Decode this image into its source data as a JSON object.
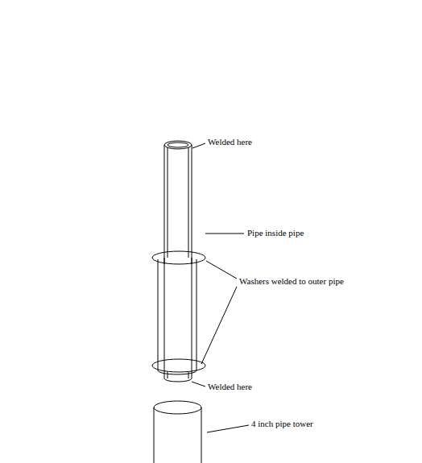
{
  "diagram": {
    "labels": [
      "Welded here",
      "Pipe inside pipe",
      "Washers welded to outer pipe",
      "Welded here",
      "4 inch pipe tower"
    ]
  }
}
